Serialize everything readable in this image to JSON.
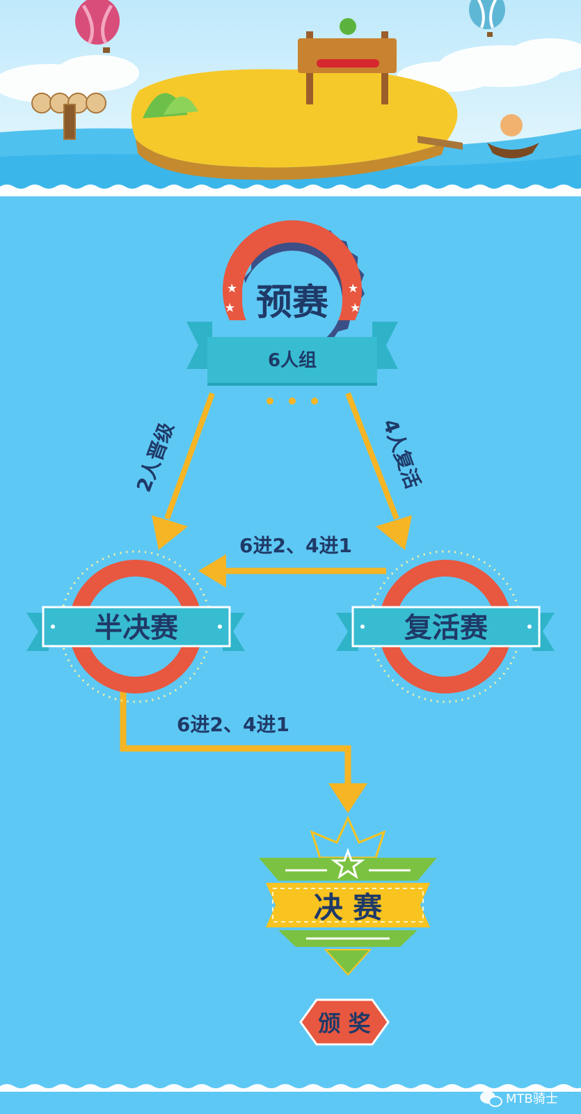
{
  "nodes": {
    "prelim": {
      "title": "预赛",
      "subtitle": "6人组"
    },
    "semi": {
      "title": "半决赛"
    },
    "repechage": {
      "title": "复活赛"
    },
    "final": {
      "title": "决 赛"
    },
    "award": {
      "title": "颁 奖"
    }
  },
  "edges": {
    "prelim_to_semi": "2人晋级",
    "prelim_to_repechage": "4人复活",
    "repechage_to_semi": "6进2、4进1",
    "semi_to_final": "6进2、4进1"
  },
  "watermark": {
    "text": "MTB骑士",
    "icon": "wechat-icon"
  },
  "colors": {
    "background": "#5ec8f4",
    "arrow": "#f6b524",
    "ring_red": "#e8573f",
    "banner_teal": "#2fb3c9",
    "text_navy": "#1f3a68",
    "gear_navy": "#3c4f86",
    "final_yellow": "#f9c320",
    "final_green": "#7cc242"
  }
}
